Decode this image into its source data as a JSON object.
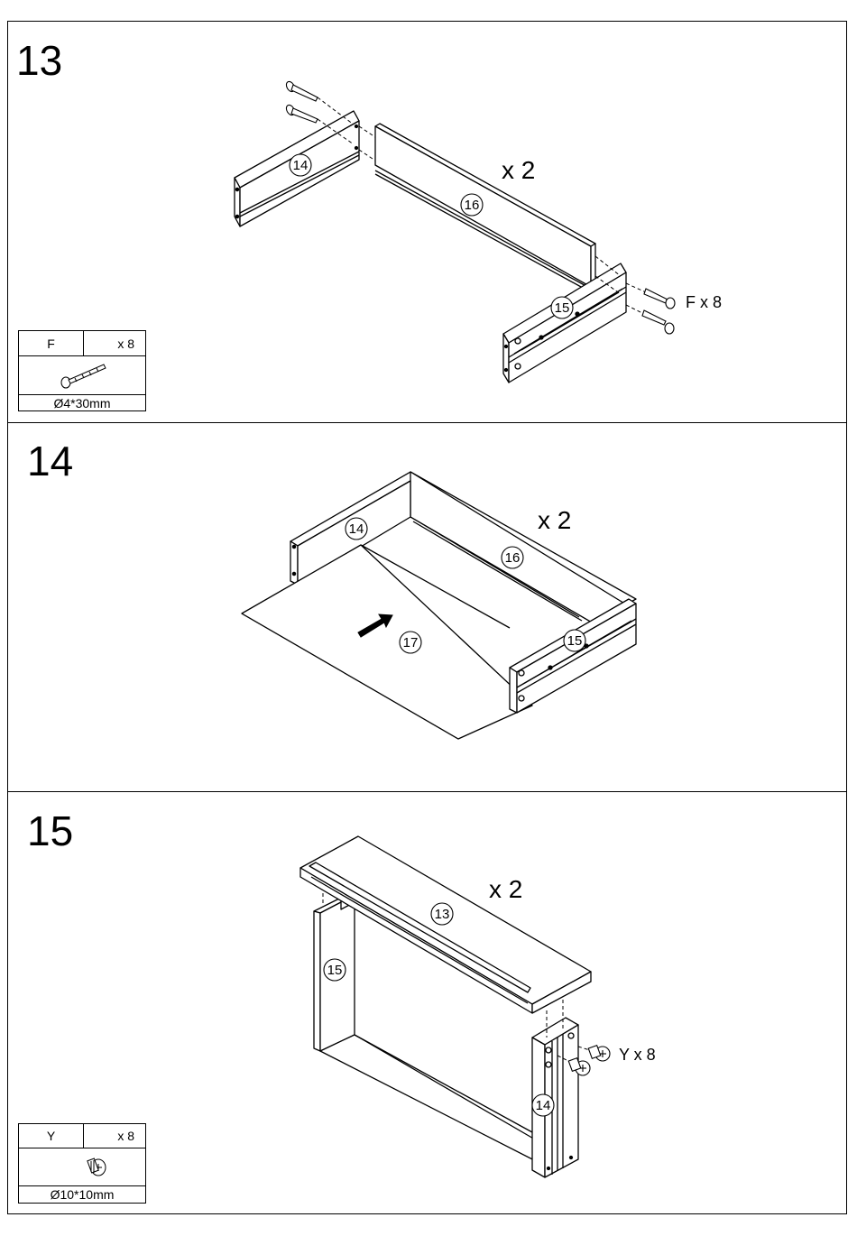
{
  "steps": [
    {
      "number": "13",
      "quantity": "x 2",
      "callout": "F x 8",
      "parts": [
        "14",
        "16",
        "15"
      ],
      "spec": {
        "label": "F",
        "count": "x 8",
        "size": "Ø4*30mm",
        "icon": "screw-icon"
      }
    },
    {
      "number": "14",
      "quantity": "x 2",
      "parts": [
        "14",
        "16",
        "15",
        "17"
      ]
    },
    {
      "number": "15",
      "quantity": "x 2",
      "callout": "Y x 8",
      "parts": [
        "13",
        "15",
        "14"
      ],
      "spec": {
        "label": "Y",
        "count": "x 8",
        "size": "Ø10*10mm",
        "icon": "cam-lock-icon"
      }
    }
  ]
}
